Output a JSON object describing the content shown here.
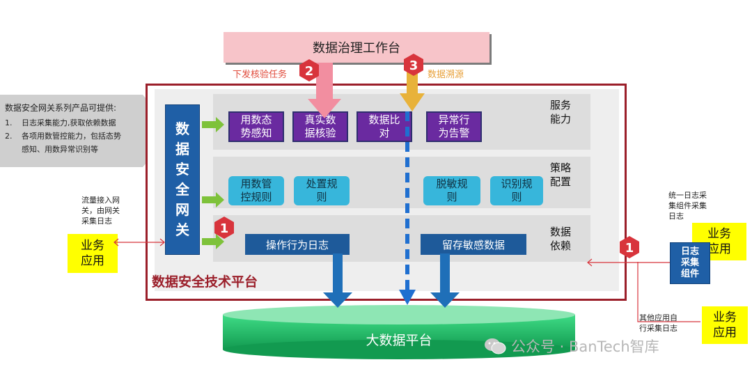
{
  "header": {
    "title": "数据治理工作台"
  },
  "flows": {
    "issue_label": "下发核验任务",
    "trace_label": "数据溯源"
  },
  "badges": {
    "b1": "1",
    "b2": "2",
    "b3": "3"
  },
  "info_box": {
    "title": "数据安全网关系列产品可提供:",
    "items": [
      {
        "num": "1.",
        "text": "日志采集能力,获取依赖数据"
      },
      {
        "num": "2.",
        "text": "各项用数管控能力，包括态势"
      },
      {
        "num": "",
        "text": "感知、用数异常识别等"
      }
    ]
  },
  "gateway": {
    "chars": [
      "数",
      "据",
      "安",
      "全",
      "网",
      "关"
    ]
  },
  "rows": {
    "service": {
      "label": [
        "服务",
        "能力"
      ],
      "boxes": [
        [
          "用数态",
          "势感知"
        ],
        [
          "真实数",
          "据核验"
        ],
        [
          "数据比",
          "对"
        ],
        [
          "异常行",
          "为告警"
        ]
      ]
    },
    "policy": {
      "label": [
        "策略",
        "配置"
      ],
      "boxes": [
        [
          "用数管",
          "控规则"
        ],
        [
          "处置规",
          "则"
        ],
        [
          "脱敏规",
          "则"
        ],
        [
          "识别规",
          "则"
        ]
      ]
    },
    "dependency": {
      "label": [
        "数据",
        "依赖"
      ],
      "boxes": [
        "操作行为日志",
        "留存敏感数据"
      ]
    }
  },
  "platform_title": "数据安全技术平台",
  "bigdata": {
    "label": "大数据平台"
  },
  "left_side": {
    "note": [
      "流量接入网",
      "关，由网关",
      "采集日志"
    ],
    "app": [
      "业务",
      "应用"
    ]
  },
  "right_side": {
    "note_top": [
      "统一日志采",
      "集组件采集",
      "日志"
    ],
    "app_top": [
      "业务",
      "应用"
    ],
    "collector": [
      "日志",
      "采集",
      "组件"
    ],
    "note_bottom": [
      "其他应用自",
      "行采集日志"
    ],
    "app_bottom": [
      "业务",
      "应用"
    ]
  },
  "watermark": "公众号 · BanTech智库",
  "colors": {
    "frame": "#9b1f2a",
    "gateway": "#1f5fa6",
    "purple": "#6a2aa0",
    "cyan": "#37b6db",
    "green_arrow": "#7ec23a",
    "bigdata": "#1fc06a"
  }
}
